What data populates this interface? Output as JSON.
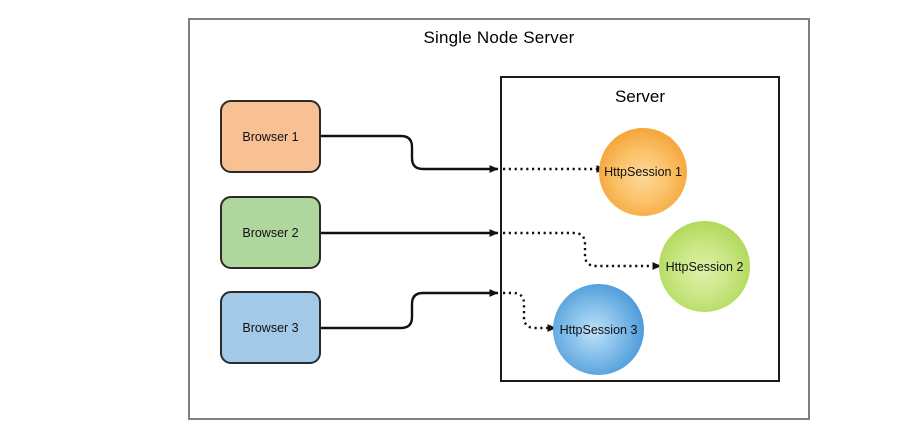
{
  "diagram": {
    "title": "Single Node Server",
    "server": {
      "title": "Server"
    },
    "clients": [
      {
        "label": "Browser 1",
        "color": "#f7c193"
      },
      {
        "label": "Browser 2",
        "color": "#afd69c"
      },
      {
        "label": "Browser 3",
        "color": "#a3c9e8"
      }
    ],
    "sessions": [
      {
        "label": "HttpSession 1",
        "color": "#f5a63c"
      },
      {
        "label": "HttpSession 2",
        "color": "#b3da5e"
      },
      {
        "label": "HttpSession 3",
        "color": "#539fdc"
      }
    ],
    "connections": [
      {
        "from": "Browser 1",
        "to": "HttpSession 1",
        "style": "solid-then-dotted"
      },
      {
        "from": "Browser 2",
        "to": "HttpSession 2",
        "style": "solid-then-dotted"
      },
      {
        "from": "Browser 3",
        "to": "HttpSession 3",
        "style": "solid-then-dotted"
      }
    ],
    "colors": {
      "outer_border": "#7f7f7f",
      "server_border": "#1a1a1a",
      "connector": "#111111",
      "background": "#ffffff"
    }
  }
}
